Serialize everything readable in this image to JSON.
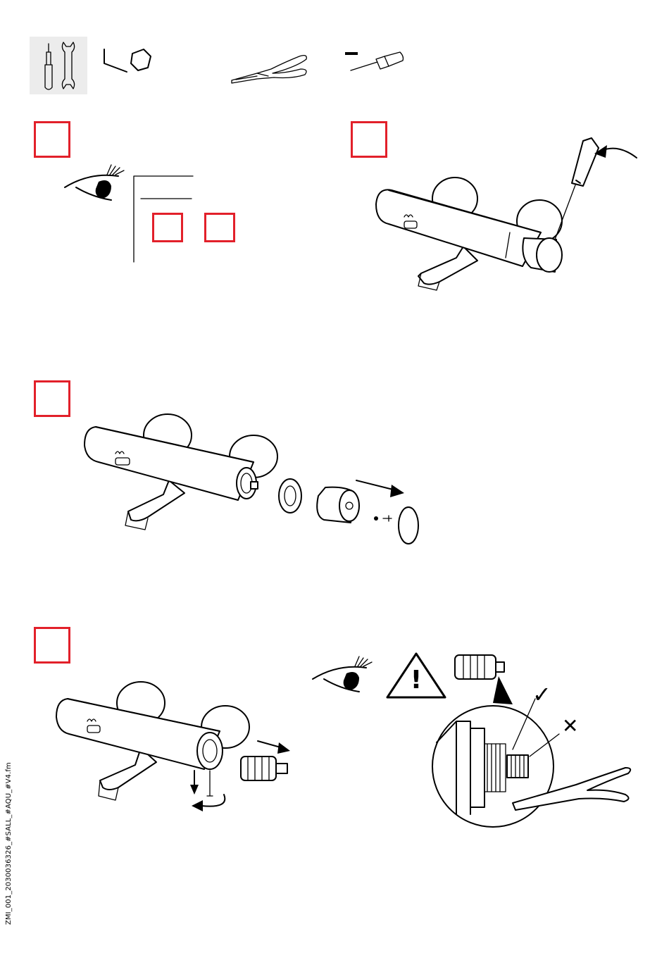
{
  "tools": {
    "items": [
      {
        "name": "allen-key"
      },
      {
        "name": "pliers"
      },
      {
        "name": "flat-screwdriver"
      }
    ]
  },
  "steps": [
    {
      "id": "step-1",
      "number": ""
    },
    {
      "id": "step-2",
      "number": ""
    },
    {
      "id": "step-3",
      "number": ""
    },
    {
      "id": "step-4",
      "number": ""
    }
  ],
  "check_labels": {
    "ok": "✓",
    "not_ok": "✕"
  },
  "warning_symbol": "!",
  "footer": {
    "document_code": "ZMI_001_2030036326_#SALL_#AQU_#V4.fm"
  },
  "colors": {
    "step_box": "#e2202a",
    "tool_panel": "#ececec",
    "line": "#000000"
  }
}
